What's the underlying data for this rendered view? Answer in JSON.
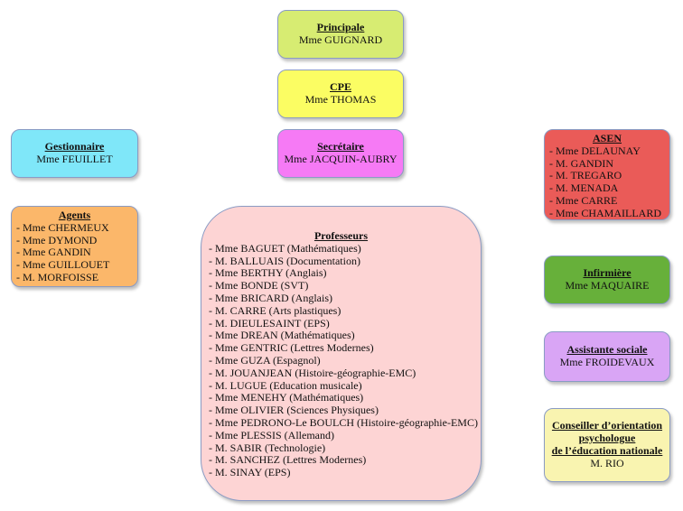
{
  "principale": {
    "title": "Principale",
    "name": "Mme GUIGNARD"
  },
  "cpe": {
    "title": "CPE",
    "name": "Mme THOMAS"
  },
  "secretaire": {
    "title": "Secrétaire",
    "name": "Mme JACQUIN-AUBRY"
  },
  "gestionnaire": {
    "title": "Gestionnaire",
    "name": "Mme FEUILLET"
  },
  "agents": {
    "title": "Agents",
    "members": [
      "- Mme CHERMEUX",
      "- Mme DYMOND",
      "- Mme GANDIN",
      "- Mme GUILLOUET",
      "- M. MORFOISSE"
    ]
  },
  "professeurs": {
    "title": "Professeurs",
    "members": [
      "- Mme BAGUET (Mathématiques)",
      "- M. BALLUAIS (Documentation)",
      "- Mme BERTHY (Anglais)",
      "- Mme BONDE (SVT)",
      "- Mme BRICARD (Anglais)",
      "- M. CARRE (Arts plastiques)",
      "- M. DIEULESAINT (EPS)",
      "- Mme DREAN (Mathématiques)",
      "- Mme GENTRIC (Lettres Modernes)",
      "- Mme GUZA (Espagnol)",
      "- M. JOUANJEAN (Histoire-géographie-EMC)",
      "- M. LUGUE (Education musicale)",
      "- Mme MENEHY (Mathématiques)",
      "- Mme OLIVIER (Sciences Physiques)",
      "- Mme PEDRONO-Le BOULCH (Histoire-géographie-EMC)",
      "- Mme PLESSIS (Allemand)",
      "- M. SABIR (Technologie)",
      "- M. SANCHEZ (Lettres Modernes)",
      "- M. SINAY (EPS)"
    ]
  },
  "asen": {
    "title": "ASEN",
    "members": [
      "- Mme DELAUNAY",
      "- M. GANDIN",
      "- M. TREGARO",
      "- M. MENADA",
      "- Mme CARRE",
      "- Mme CHAMAILLARD"
    ]
  },
  "infirmiere": {
    "title": "Infirmière",
    "name": "Mme MAQUAIRE"
  },
  "assistante_sociale": {
    "title": "Assistante sociale",
    "name": "Mme FROIDEVAUX"
  },
  "conseiller": {
    "title_lines": [
      "Conseiller d’orientation",
      "psychologue",
      "de l’éducation nationale"
    ],
    "name": "M. RIO"
  },
  "colors": {
    "principale": "#d7ec72",
    "cpe": "#fbfd63",
    "secretaire": "#f67af5",
    "gestionnaire": "#7fe7f9",
    "agents": "#fbb76a",
    "professeurs": "#fdd4d4",
    "asen": "#ea5b58",
    "infirmiere": "#67b03a",
    "assistante_sociale": "#d9a5f5",
    "conseiller": "#f9f4b0",
    "border": "#8a9bc4"
  }
}
